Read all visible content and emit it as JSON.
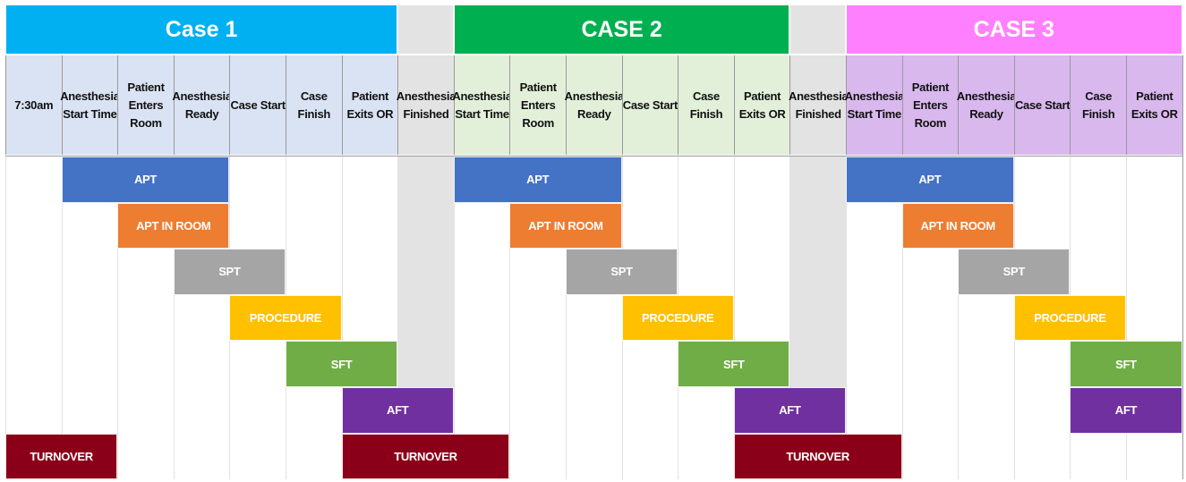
{
  "cases": [
    {
      "title": "Case 1",
      "color": "#00b0f0",
      "head_color": "#dae3f3"
    },
    {
      "title": "CASE 2",
      "color": "#00b050",
      "head_color": "#e2f0d9"
    },
    {
      "title": "CASE 3",
      "color": "#ff80ff",
      "head_color": "#d9b8ee"
    }
  ],
  "separator_color": "#e3e3e3",
  "columns": [
    {
      "label": "7:30am",
      "group": 0
    },
    {
      "label": "Anesthesia\nStart Time",
      "group": 0
    },
    {
      "label": "Patient\nEnters\nRoom",
      "group": 0
    },
    {
      "label": "Anesthesia\nReady",
      "group": 0
    },
    {
      "label": "Case Start",
      "group": 0
    },
    {
      "label": "Case Finish",
      "group": 0
    },
    {
      "label": "Patient\nExits OR",
      "group": 0
    },
    {
      "label": "Anesthesia\nFinished",
      "group": "sep"
    },
    {
      "label": "Anesthesia\nStart Time",
      "group": 1
    },
    {
      "label": "Patient\nEnters\nRoom",
      "group": 1
    },
    {
      "label": "Anesthesia\nReady",
      "group": 1
    },
    {
      "label": "Case Start",
      "group": 1
    },
    {
      "label": "Case Finish",
      "group": 1
    },
    {
      "label": "Patient\nExits OR",
      "group": 1
    },
    {
      "label": "Anesthesia\nFinished",
      "group": "sep"
    },
    {
      "label": "Anesthesia\nStart Time",
      "group": 2
    },
    {
      "label": "Patient\nEnters\nRoom",
      "group": 2
    },
    {
      "label": "Anesthesia\nReady",
      "group": 2
    },
    {
      "label": "Case Start",
      "group": 2
    },
    {
      "label": "Case Finish",
      "group": 2
    },
    {
      "label": "Patient\nExits OR",
      "group": 2
    }
  ],
  "bars": [
    {
      "label": "APT",
      "color": "#4472c4",
      "row": 0,
      "start": 1,
      "span": 3
    },
    {
      "label": "APT IN ROOM",
      "color": "#ed7d31",
      "row": 1,
      "start": 2,
      "span": 2
    },
    {
      "label": "SPT",
      "color": "#a5a5a5",
      "row": 2,
      "start": 3,
      "span": 2
    },
    {
      "label": "PROCEDURE",
      "color": "#ffc000",
      "row": 3,
      "start": 4,
      "span": 2
    },
    {
      "label": "SFT",
      "color": "#70ad47",
      "row": 4,
      "start": 5,
      "span": 2
    },
    {
      "label": "AFT",
      "color": "#7030a0",
      "row": 5,
      "start": 6,
      "span": 2
    },
    {
      "label": "TURNOVER",
      "color": "#8b0018",
      "row": 6,
      "start": 0,
      "span": 2
    },
    {
      "label": "TURNOVER",
      "color": "#8b0018",
      "row": 6,
      "start": 6,
      "span": 3
    },
    {
      "label": "APT",
      "color": "#4472c4",
      "row": 0,
      "start": 8,
      "span": 3
    },
    {
      "label": "APT IN ROOM",
      "color": "#ed7d31",
      "row": 1,
      "start": 9,
      "span": 2
    },
    {
      "label": "SPT",
      "color": "#a5a5a5",
      "row": 2,
      "start": 10,
      "span": 2
    },
    {
      "label": "PROCEDURE",
      "color": "#ffc000",
      "row": 3,
      "start": 11,
      "span": 2
    },
    {
      "label": "SFT",
      "color": "#70ad47",
      "row": 4,
      "start": 12,
      "span": 2
    },
    {
      "label": "AFT",
      "color": "#7030a0",
      "row": 5,
      "start": 13,
      "span": 2
    },
    {
      "label": "TURNOVER",
      "color": "#8b0018",
      "row": 6,
      "start": 13,
      "span": 3
    },
    {
      "label": "APT",
      "color": "#4472c4",
      "row": 0,
      "start": 15,
      "span": 3
    },
    {
      "label": "APT IN ROOM",
      "color": "#ed7d31",
      "row": 1,
      "start": 16,
      "span": 2
    },
    {
      "label": "SPT",
      "color": "#a5a5a5",
      "row": 2,
      "start": 17,
      "span": 2
    },
    {
      "label": "PROCEDURE",
      "color": "#ffc000",
      "row": 3,
      "start": 18,
      "span": 2
    },
    {
      "label": "SFT",
      "color": "#70ad47",
      "row": 4,
      "start": 19,
      "span": 2
    },
    {
      "label": "AFT",
      "color": "#7030a0",
      "row": 5,
      "start": 19,
      "span": 2
    }
  ]
}
